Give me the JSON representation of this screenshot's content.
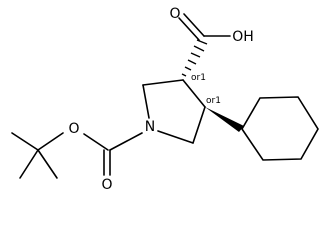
{
  "molecule": {
    "atom_labels": {
      "hydroxyl": "OH",
      "carbonyl_oxygen_acid": "O",
      "nitrogen": "N",
      "carbonyl_oxygen_boc": "O",
      "ester_oxygen": "O"
    },
    "stereo_labels": {
      "c3": "or1",
      "c4": "or1"
    }
  }
}
